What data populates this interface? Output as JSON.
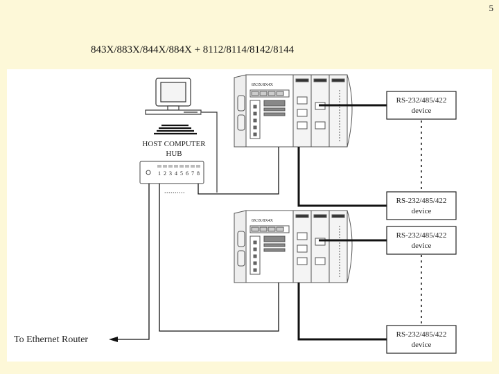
{
  "slide": {
    "page_number": "5",
    "title": "843X/883X/844X/884X + 8112/8114/8142/8144"
  },
  "diagram": {
    "host_label": "HOST COMPUTER",
    "hub_label": "HUB",
    "hub_ports": [
      "1",
      "2",
      "3",
      "4",
      "5",
      "6",
      "7",
      "8"
    ],
    "hub_ellipsis": "..........",
    "module_label": "8X3X/8X4X",
    "device_line1": "RS-232/485/422",
    "device_line2": "device",
    "router_label": "To Ethernet Router"
  }
}
